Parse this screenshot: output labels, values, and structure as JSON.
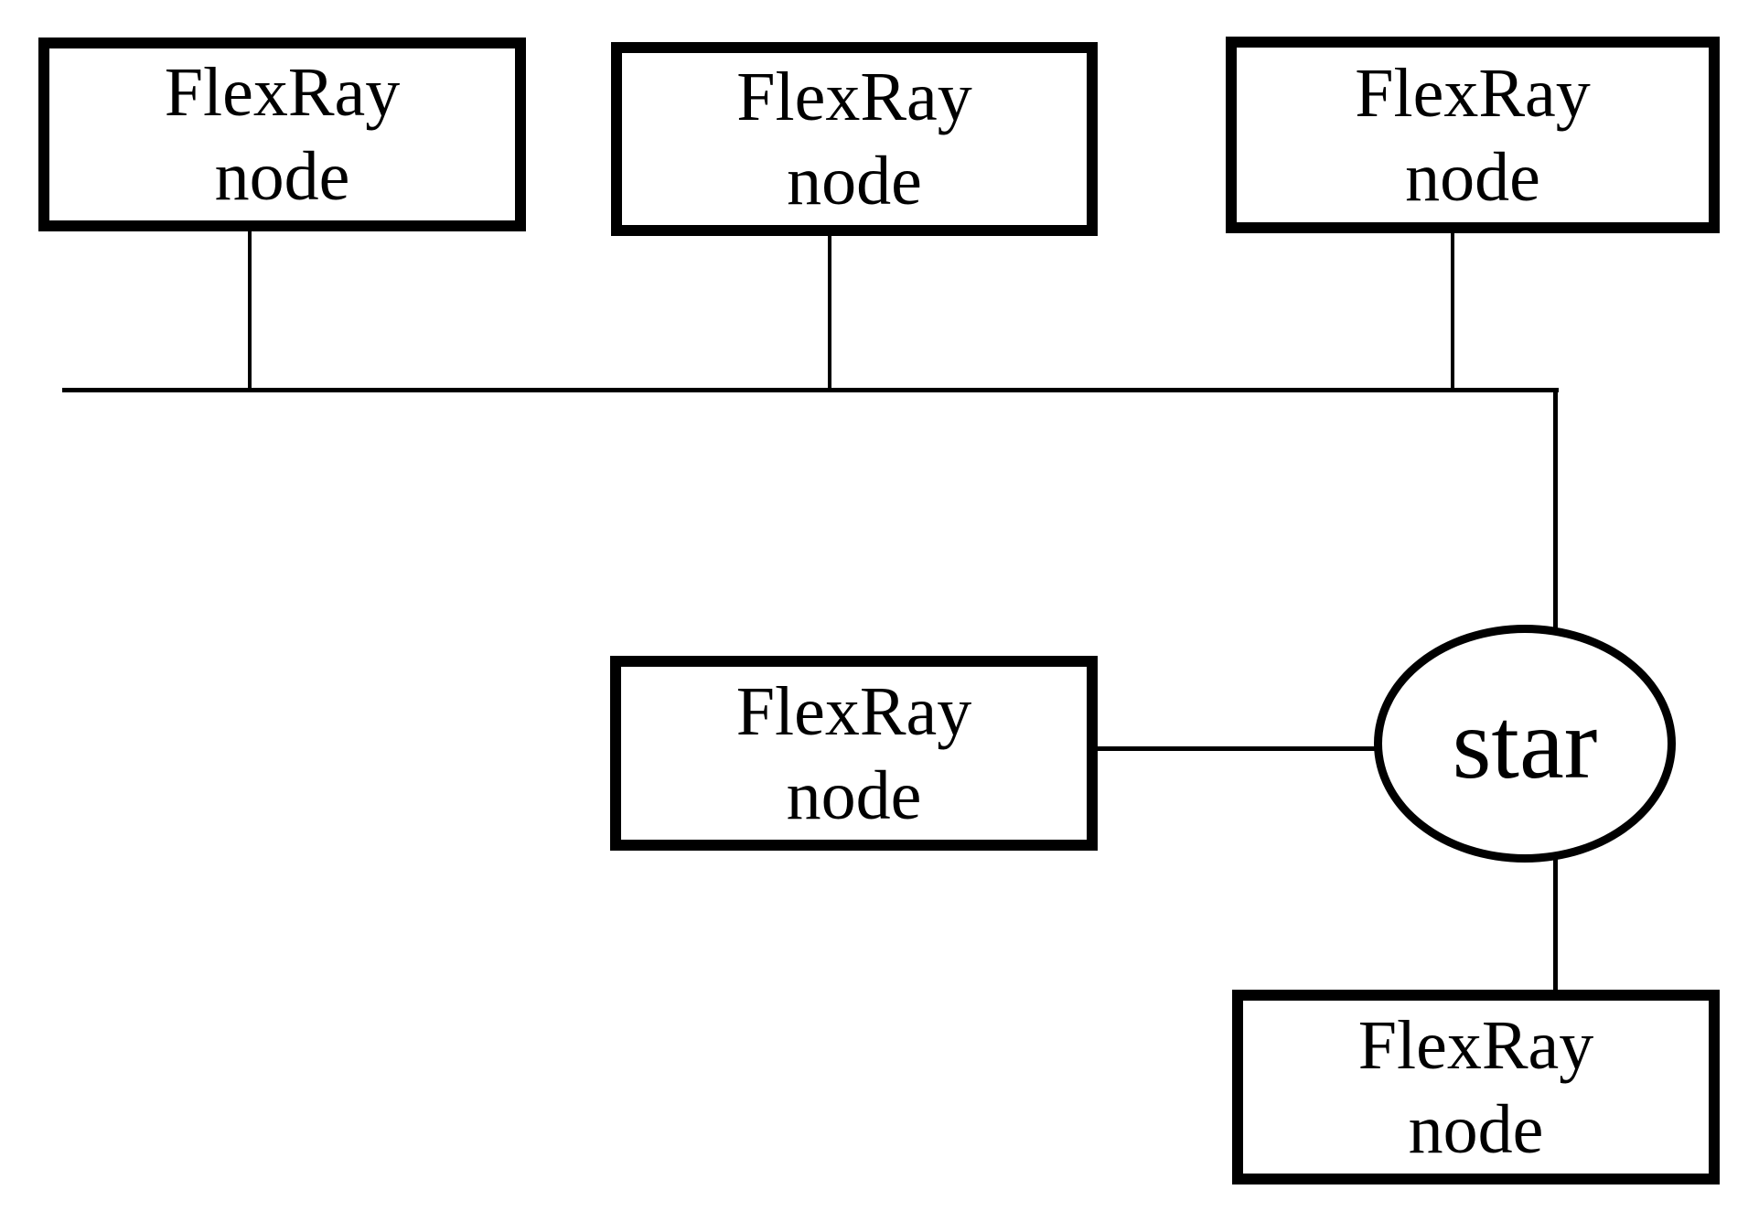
{
  "colors": {
    "background": "#ffffff",
    "stroke": "#000000",
    "text": "#000000"
  },
  "nodes": [
    {
      "line1": "FlexRay",
      "line2": "node"
    },
    {
      "line1": "FlexRay",
      "line2": "node"
    },
    {
      "line1": "FlexRay",
      "line2": "node"
    },
    {
      "line1": "FlexRay",
      "line2": "node"
    },
    {
      "line1": "FlexRay",
      "line2": "node"
    }
  ],
  "hub": {
    "label": "star"
  }
}
